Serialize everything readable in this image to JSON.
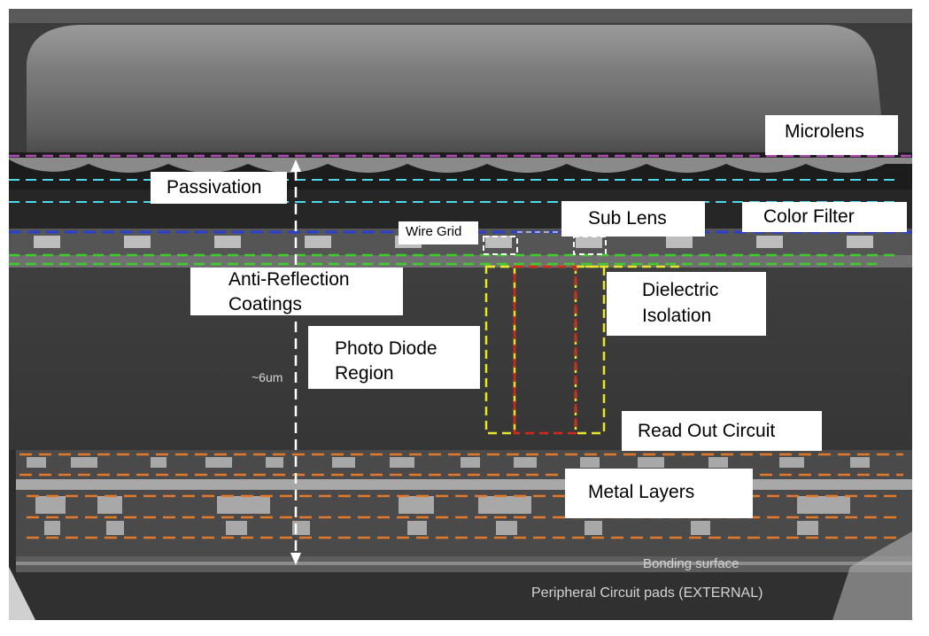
{
  "labels": {
    "microlens": "Microlens",
    "passivation": "Passivation",
    "color_filter": "Color Filter",
    "sub_lens": "Sub Lens",
    "wire_grid": "Wire Grid",
    "anti_reflection_line1": "Anti-Reflection",
    "anti_reflection_line2": "Coatings",
    "dielectric_line1": "Dielectric",
    "dielectric_line2": "Isolation",
    "photo_diode_line1": "Photo Diode",
    "photo_diode_line2": "Region",
    "read_out": "Read Out Circuit",
    "metal_layers": "Metal Layers"
  },
  "annotations": {
    "thickness": "~6um",
    "bonding_surface": "Bonding surface",
    "peripheral_pads": "Peripheral Circuit pads (EXTERNAL)"
  },
  "colors": {
    "microlens_line": "#b04ab8",
    "passivation_line": "#4fd8e8",
    "color_filter_line": "#2a3fd0",
    "anti_reflection_line": "#3ccf2a",
    "dielectric_box": "#e6e62a",
    "photodiode_box": "#d4281a",
    "metal_lines": "#e07a2a",
    "background": "#3a3a3a"
  }
}
